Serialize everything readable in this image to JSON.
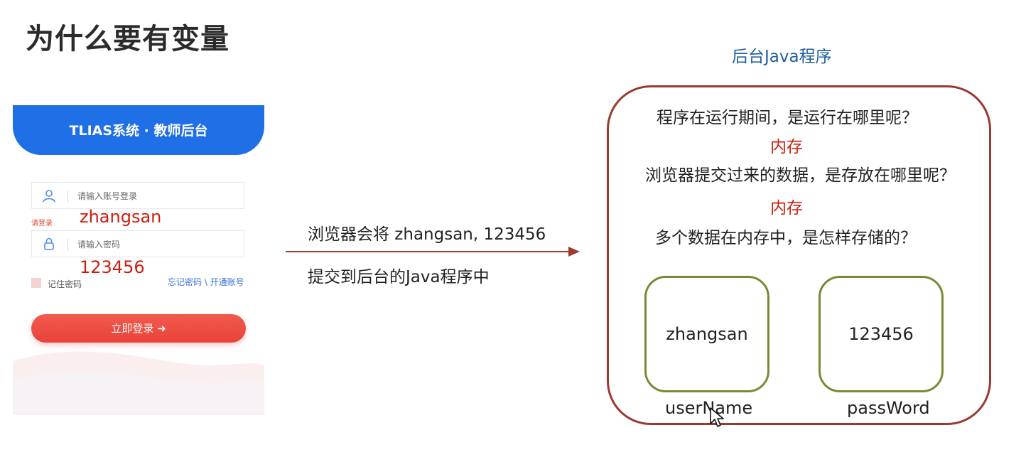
{
  "title": "为什么要有变量",
  "login": {
    "header": "TLIAS系统 · 教师后台",
    "account_placeholder": "请输入账号登录",
    "account_hint": "请登录",
    "account_value": "zhangsan",
    "password_placeholder": "请输入密码",
    "password_value": "123456",
    "remember_label": "记住密码",
    "forgot_link": "忘记密码 \\ 开通账号",
    "login_button": "立即登录 ➜"
  },
  "arrow": {
    "line1": "浏览器会将 zhangsan, 123456",
    "line2": "提交到后台的Java程序中",
    "color": "#a33a30"
  },
  "backend": {
    "title": "后台Java程序",
    "q1": "程序在运行期间，是运行在哪里呢？",
    "a1": "内存",
    "q2": "浏览器提交过来的数据，是存放在哪里呢？",
    "a2": "内存",
    "q3": "多个数据在内存中，是怎样存储的？",
    "variables": [
      {
        "value": "zhangsan",
        "name": "userName"
      },
      {
        "value": "123456",
        "name": "passWord"
      }
    ]
  },
  "colors": {
    "header_blue": "#1f6fe6",
    "login_red": "#e8433a",
    "box_border": "#9a3a2f",
    "var_border": "#7a8a34",
    "answer_red": "#cc1f10",
    "backend_title": "#1f5f9e"
  }
}
